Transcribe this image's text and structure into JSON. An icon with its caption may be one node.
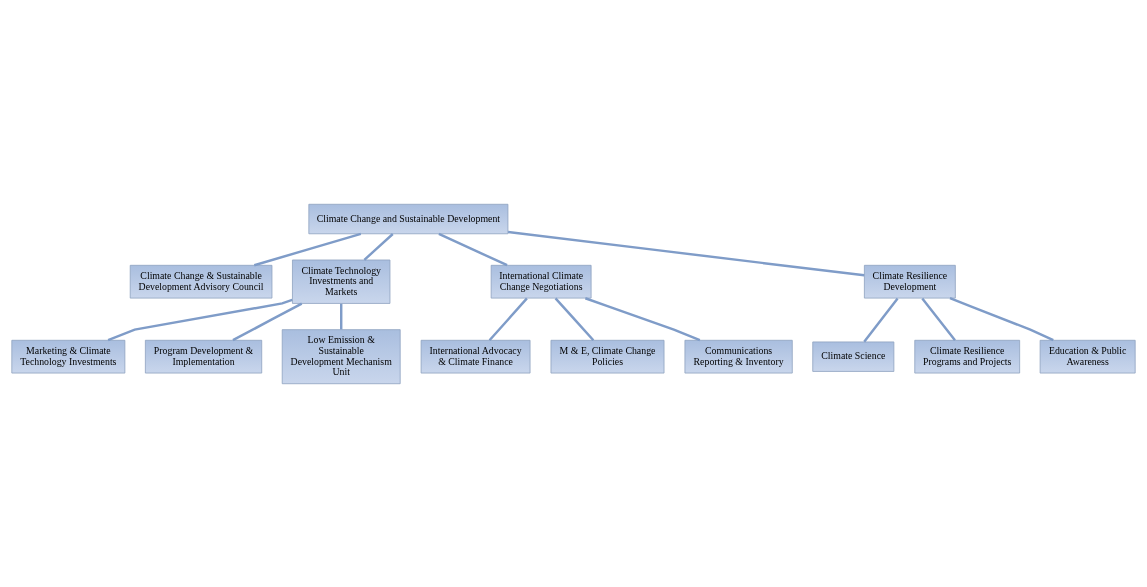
{
  "diagram": {
    "nodes": [
      {
        "text": [
          "Climate Change and Sustainable Development"
        ]
      },
      {
        "text": [
          "Climate Change & Sustainable Development Advisory Council"
        ]
      },
      {
        "text": [
          "Climate Technology Investments and Markets"
        ]
      },
      {
        "text": [
          "International Climate Change Negotiations"
        ]
      },
      {
        "text": [
          "Climate Resilience Development"
        ]
      },
      {
        "text": [
          "Marketing & Climate Technology Investments"
        ]
      },
      {
        "text": [
          "Program Development & Implementation"
        ]
      },
      {
        "text": [
          "Low Emission & Sustainable Development Mechanism Unit"
        ]
      },
      {
        "text": [
          "International Advocacy & Climate Finance"
        ]
      },
      {
        "text": [
          "M & E, Climate Change Policies"
        ]
      },
      {
        "text": [
          "Communications Reporting & Inventory"
        ]
      },
      {
        "text": [
          "Climate Science"
        ]
      },
      {
        "text": [
          "Climate Resilience Programs and Projects"
        ]
      },
      {
        "text": [
          "Education & Public Awareness"
        ]
      }
    ],
    "edges": [
      {
        "from": 0,
        "to": 1,
        "arrow": "none"
      },
      {
        "from": 0,
        "to": 2,
        "arrow": "none"
      },
      {
        "from": 0,
        "to": 3,
        "arrow": "none"
      },
      {
        "from": 0,
        "to": 4,
        "arrow": "none"
      },
      {
        "from": 2,
        "to": 5,
        "arrow": "none"
      },
      {
        "from": 2,
        "to": 6,
        "arrow": "none"
      },
      {
        "from": 2,
        "to": 7,
        "arrow": "none"
      },
      {
        "from": 3,
        "to": 8,
        "arrow": "none"
      },
      {
        "from": 3,
        "to": 9,
        "arrow": "none"
      },
      {
        "from": 3,
        "to": 10,
        "arrow": "none"
      },
      {
        "from": 4,
        "to": 11,
        "arrow": "none"
      },
      {
        "from": 4,
        "to": 12,
        "arrow": "none"
      },
      {
        "from": 4,
        "to": 13,
        "arrow": "none"
      }
    ]
  }
}
